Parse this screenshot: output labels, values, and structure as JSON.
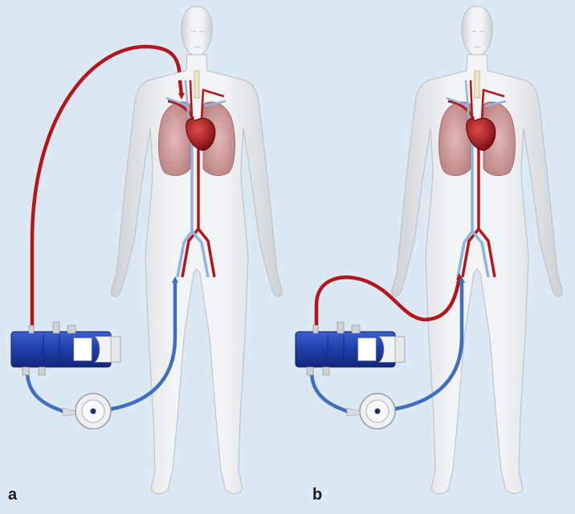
{
  "panels": [
    {
      "label": "a"
    },
    {
      "label": "b"
    }
  ],
  "colors": {
    "background": "#dce8f3",
    "body": "#e8eaec",
    "arterial": "#b3171b",
    "venous": "#3e6fc4",
    "device": "#1f3fb0",
    "lung": "#c9898a",
    "heart": "#a3141a"
  },
  "icons": [
    "human-figure",
    "heart-icon",
    "lungs-icon",
    "ecmo-console-icon",
    "pump-head-icon"
  ]
}
